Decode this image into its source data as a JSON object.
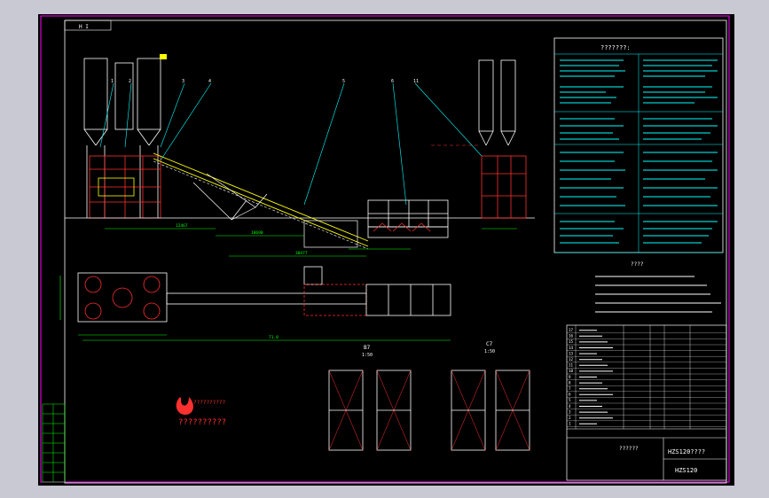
{
  "drawing": {
    "sheet_tag": "H I",
    "spec_title": "???????:",
    "notes_title": "????",
    "dim_bottom_1": "12467",
    "dim_bottom_2": "18690",
    "dim_bottom_3": "30477",
    "dim_plan": "71.0",
    "view_b": "B7",
    "view_b_scale": "1:50",
    "view_c": "C7",
    "view_c_scale": "1:50",
    "company_text": "??????????",
    "title_block_caption": "??????",
    "model_name": "HZS120????",
    "model_code": "HZS120",
    "callouts": [
      "1",
      "2",
      "3",
      "4",
      "5",
      "6",
      "11"
    ],
    "rows": [
      "17",
      "16",
      "15",
      "14",
      "13",
      "12",
      "11",
      "10",
      "9",
      "8",
      "7",
      "6",
      "5",
      "4",
      "3",
      "2",
      "1"
    ]
  },
  "colors": {
    "background": "#000000",
    "frame": "#ff00ff",
    "structure": "#ffffff",
    "cyan": "#00ffff",
    "yellow": "#ffff00",
    "red": "#ff3030",
    "green": "#00ff00"
  }
}
